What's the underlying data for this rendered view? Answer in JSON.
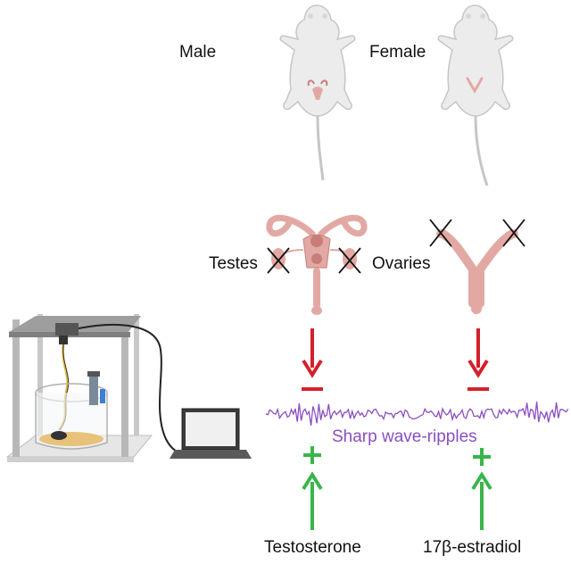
{
  "labels": {
    "male": "Male",
    "female": "Female",
    "testes": "Testes",
    "ovaries": "Ovaries",
    "swr": "Sharp wave-ripples",
    "testosterone": "Testosterone",
    "estradiol": "17β-estradiol"
  },
  "colors": {
    "inhibit": "#d4202a",
    "excite": "#39b54a",
    "signal": "#8a4fc0",
    "organ": "#e2a9a4",
    "organ_dark": "#c87d78",
    "mouse_body": "#ececec",
    "mouse_outline": "#c6c6c6"
  },
  "effects": [
    {
      "hormone_source": "testes",
      "effect": "inhibit"
    },
    {
      "hormone_source": "ovaries",
      "effect": "inhibit"
    },
    {
      "hormone": "testosterone",
      "effect": "excite"
    },
    {
      "hormone": "17β-estradiol",
      "effect": "excite"
    }
  ]
}
